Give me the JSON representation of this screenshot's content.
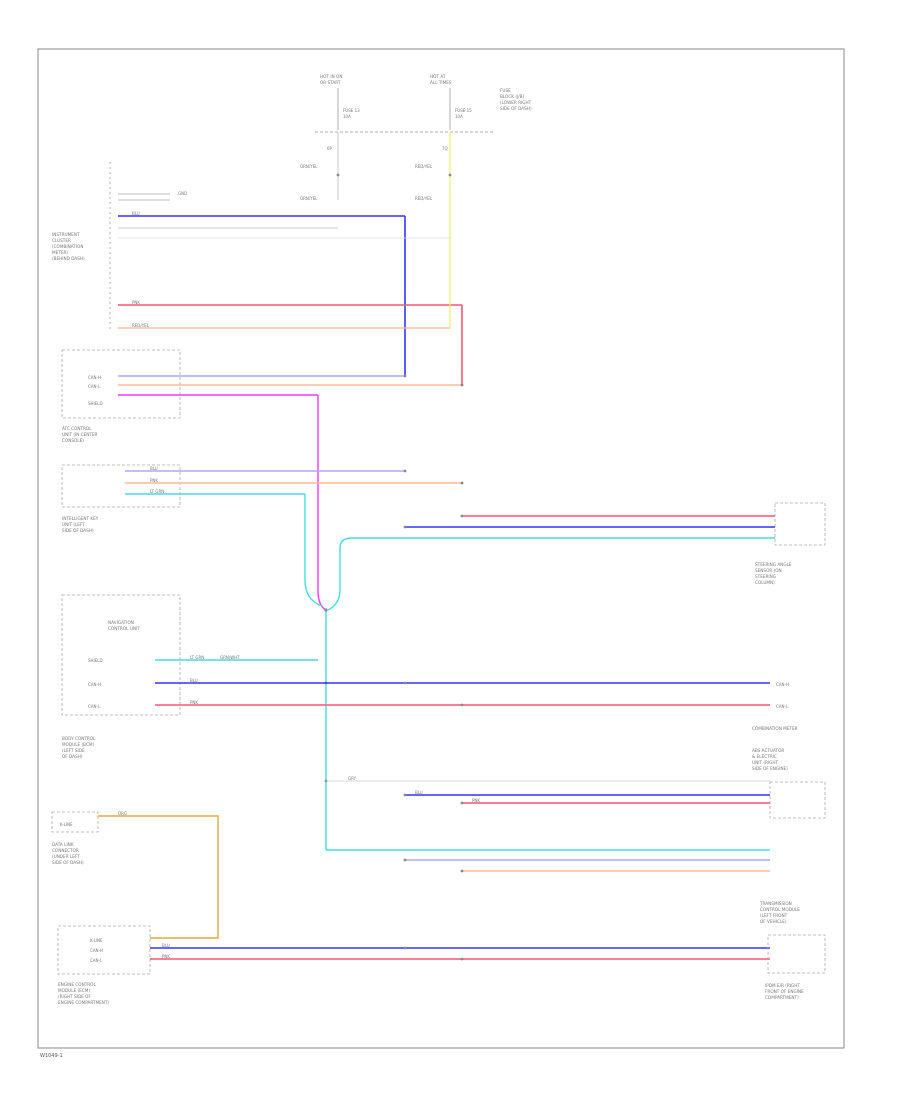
{
  "colors": {
    "frame": "#888888",
    "blue": "#3333ff",
    "pink": "#ff5577",
    "cyan": "#44dddd",
    "magenta": "#ff33ff",
    "yellow": "#eeee66",
    "orange": "#ddaa44",
    "lilac": "#aaaaff",
    "peach": "#ffbb99",
    "gray": "#aaaaaa"
  },
  "power": {
    "source1": [
      "HOT IN ON",
      "OR START"
    ],
    "source2": [
      "HOT AT",
      "ALL TIMES"
    ],
    "fuse1": [
      "FUSE 13",
      "10A"
    ],
    "fuse2": [
      "FUSE 15",
      "10A"
    ],
    "fuse_block": [
      "FUSE",
      "BLOCK (J/B)",
      "(LOWER RIGHT",
      "SIDE OF DASH)"
    ],
    "pin1": "6P",
    "pin2": "7Q",
    "wire1": "ORN/YEL",
    "wire2": "RED/YEL"
  },
  "combination_meter": {
    "label": [
      "INSTRUMENT",
      "CLUSTER",
      "(COMBINATION",
      "METER)",
      "(BEHIND DASH)"
    ],
    "ground_note": "GND"
  },
  "left_components": [
    {
      "label": [
        "ATC CONTROL",
        "UNIT (IN CENTER",
        "CONSOLE)"
      ]
    },
    {
      "label": [
        "INTELLIGENT KEY",
        "UNIT (LEFT",
        "SIDE OF DASH)"
      ]
    },
    {
      "label": [
        "NAVIGATION",
        "CONTROL UNIT"
      ]
    },
    {
      "label": [
        "BODY CONTROL",
        "MODULE (BCM)",
        "(LEFT SIDE",
        "OF DASH)"
      ]
    },
    {
      "label": [
        "DATA LINK",
        "CONNECTOR",
        "(UNDER LEFT",
        "SIDE OF DASH)"
      ]
    },
    {
      "label": [
        "ENGINE CONTROL",
        "MODULE (ECM)",
        "(RIGHT SIDE OF",
        "ENGINE COMPARTMENT)"
      ]
    }
  ],
  "right_components": [
    {
      "label": [
        "STEERING ANGLE",
        "SENSOR (ON",
        "STEERING",
        "COLUMN)"
      ]
    },
    {
      "label": [
        "COMBINATION METER"
      ]
    },
    {
      "label": [
        "ABS ACTUATOR",
        "& ELECTRIC",
        "UNIT (RIGHT",
        "SIDE OF ENGINE)"
      ]
    },
    {
      "label": [
        "TRANSMISSION",
        "CONTROL MODULE",
        "(LEFT FRONT",
        "OF VEHICLE)"
      ]
    },
    {
      "label": [
        "IPDM E/R (RIGHT",
        "FRONT OF ENGINE",
        "COMPARTMENT)"
      ]
    }
  ],
  "wire_colors": {
    "blu": "BLU",
    "pnk": "PNK",
    "lgrn": "LT GRN",
    "grn_wht": "GRN/WHT",
    "red_yel": "RED/YEL",
    "org": "ORG",
    "gry": "GRY"
  },
  "signal_names": {
    "can_h": "CAN-H",
    "can_l": "CAN-L",
    "can_h2": "CAN-H",
    "can_l2": "CAN-L",
    "k_line": "K-LINE",
    "shield": "SHIELD"
  },
  "footer": {
    "ref": "W1049-1"
  }
}
